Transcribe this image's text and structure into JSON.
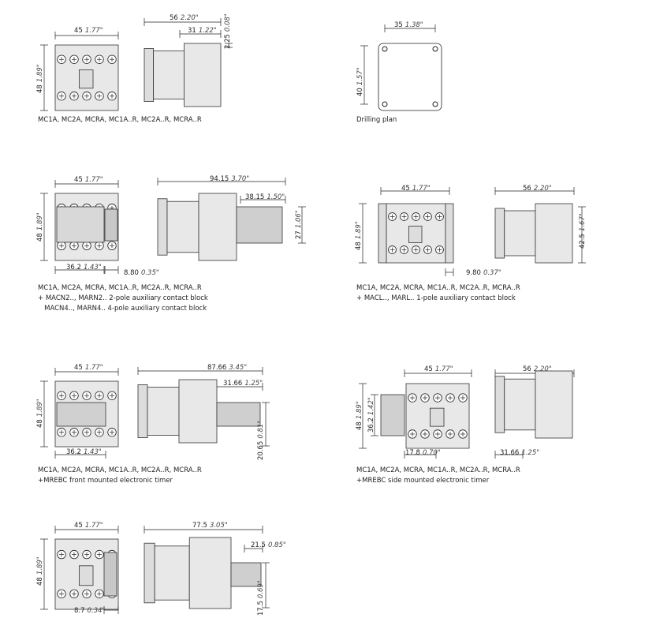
{
  "s1": {
    "width": {
      "mm": "45",
      "in": "1.77\""
    },
    "height": {
      "mm": "48",
      "in": "1.89\""
    },
    "depth": {
      "mm": "56",
      "in": "2.20\""
    },
    "depth2": {
      "mm": "31",
      "in": "1.22\""
    },
    "offset": {
      "mm": "2.25",
      "in": "0.08\""
    },
    "caption": "MC1A, MC2A, MCRA, MC1A..R, MC2A..R, MCRA..R"
  },
  "drill": {
    "width": {
      "mm": "35",
      "in": "1.38\""
    },
    "height": {
      "mm": "40",
      "in": "1.57\""
    },
    "caption": "Drilling plan"
  },
  "s2": {
    "width": {
      "mm": "45",
      "in": "1.77\""
    },
    "height": {
      "mm": "48",
      "in": "1.89\""
    },
    "w2": {
      "mm": "36.2",
      "in": "1.43\""
    },
    "w3": {
      "mm": "8.80",
      "in": "0.35\""
    },
    "depth": {
      "mm": "94.15",
      "in": "3.70\""
    },
    "depth2": {
      "mm": "38.15",
      "in": "1.50\""
    },
    "blockh": {
      "mm": "27",
      "in": "1.06\""
    },
    "caption": [
      "MC1A, MC2A, MCRA, MC1A..R, MC2A..R, MCRA..R",
      "+ MACN2.., MARN2.. 2-pole auxiliary contact block",
      "   MACN4.., MARN4.. 4-pole auxiliary contact block"
    ]
  },
  "s3": {
    "width": {
      "mm": "45",
      "in": "1.77\""
    },
    "height": {
      "mm": "48",
      "in": "1.89\""
    },
    "w3": {
      "mm": "9.80",
      "in": "0.37\""
    },
    "depth": {
      "mm": "56",
      "in": "2.20\""
    },
    "h2": {
      "mm": "42.5",
      "in": "1.67\""
    },
    "caption": [
      "MC1A, MC2A, MCRA, MC1A..R, MC2A..R, MCRA..R",
      "+ MACL.., MARL.. 1-pole auxiliary contact block"
    ]
  },
  "s4": {
    "width": {
      "mm": "45",
      "in": "1.77\""
    },
    "height": {
      "mm": "48",
      "in": "1.89\""
    },
    "w2": {
      "mm": "36.2",
      "in": "1.43\""
    },
    "depth": {
      "mm": "87.66",
      "in": "3.45\""
    },
    "depth2": {
      "mm": "31.66",
      "in": "1.25\""
    },
    "h2": {
      "mm": "20.65",
      "in": "0.81\""
    },
    "caption": [
      "MC1A, MC2A, MCRA, MC1A..R, MC2A..R, MCRA..R",
      "+MREBC front mounted electronic timer"
    ]
  },
  "s5": {
    "width": {
      "mm": "45",
      "in": "1.77\""
    },
    "height": {
      "mm": "48",
      "in": "1.89\""
    },
    "h2": {
      "mm": "36.2",
      "in": "1.42\""
    },
    "w2": {
      "mm": "17.8",
      "in": "0.70\""
    },
    "depth": {
      "mm": "56",
      "in": "2.20\""
    },
    "depth2": {
      "mm": "31.66",
      "in": "1.25\""
    },
    "caption": [
      "MC1A, MC2A, MCRA, MC1A..R, MC2A..R, MCRA..R",
      "+MREBC side mounted electronic timer"
    ]
  },
  "s6": {
    "width": {
      "mm": "45",
      "in": "1.77\""
    },
    "height": {
      "mm": "48",
      "in": "1.89\""
    },
    "w2": {
      "mm": "8.7",
      "in": "0.34\""
    },
    "depth": {
      "mm": "77.5",
      "in": "3.05\""
    },
    "depth2": {
      "mm": "21.5",
      "in": "0.85\""
    },
    "h2": {
      "mm": "17.5",
      "in": "0.69\""
    }
  }
}
